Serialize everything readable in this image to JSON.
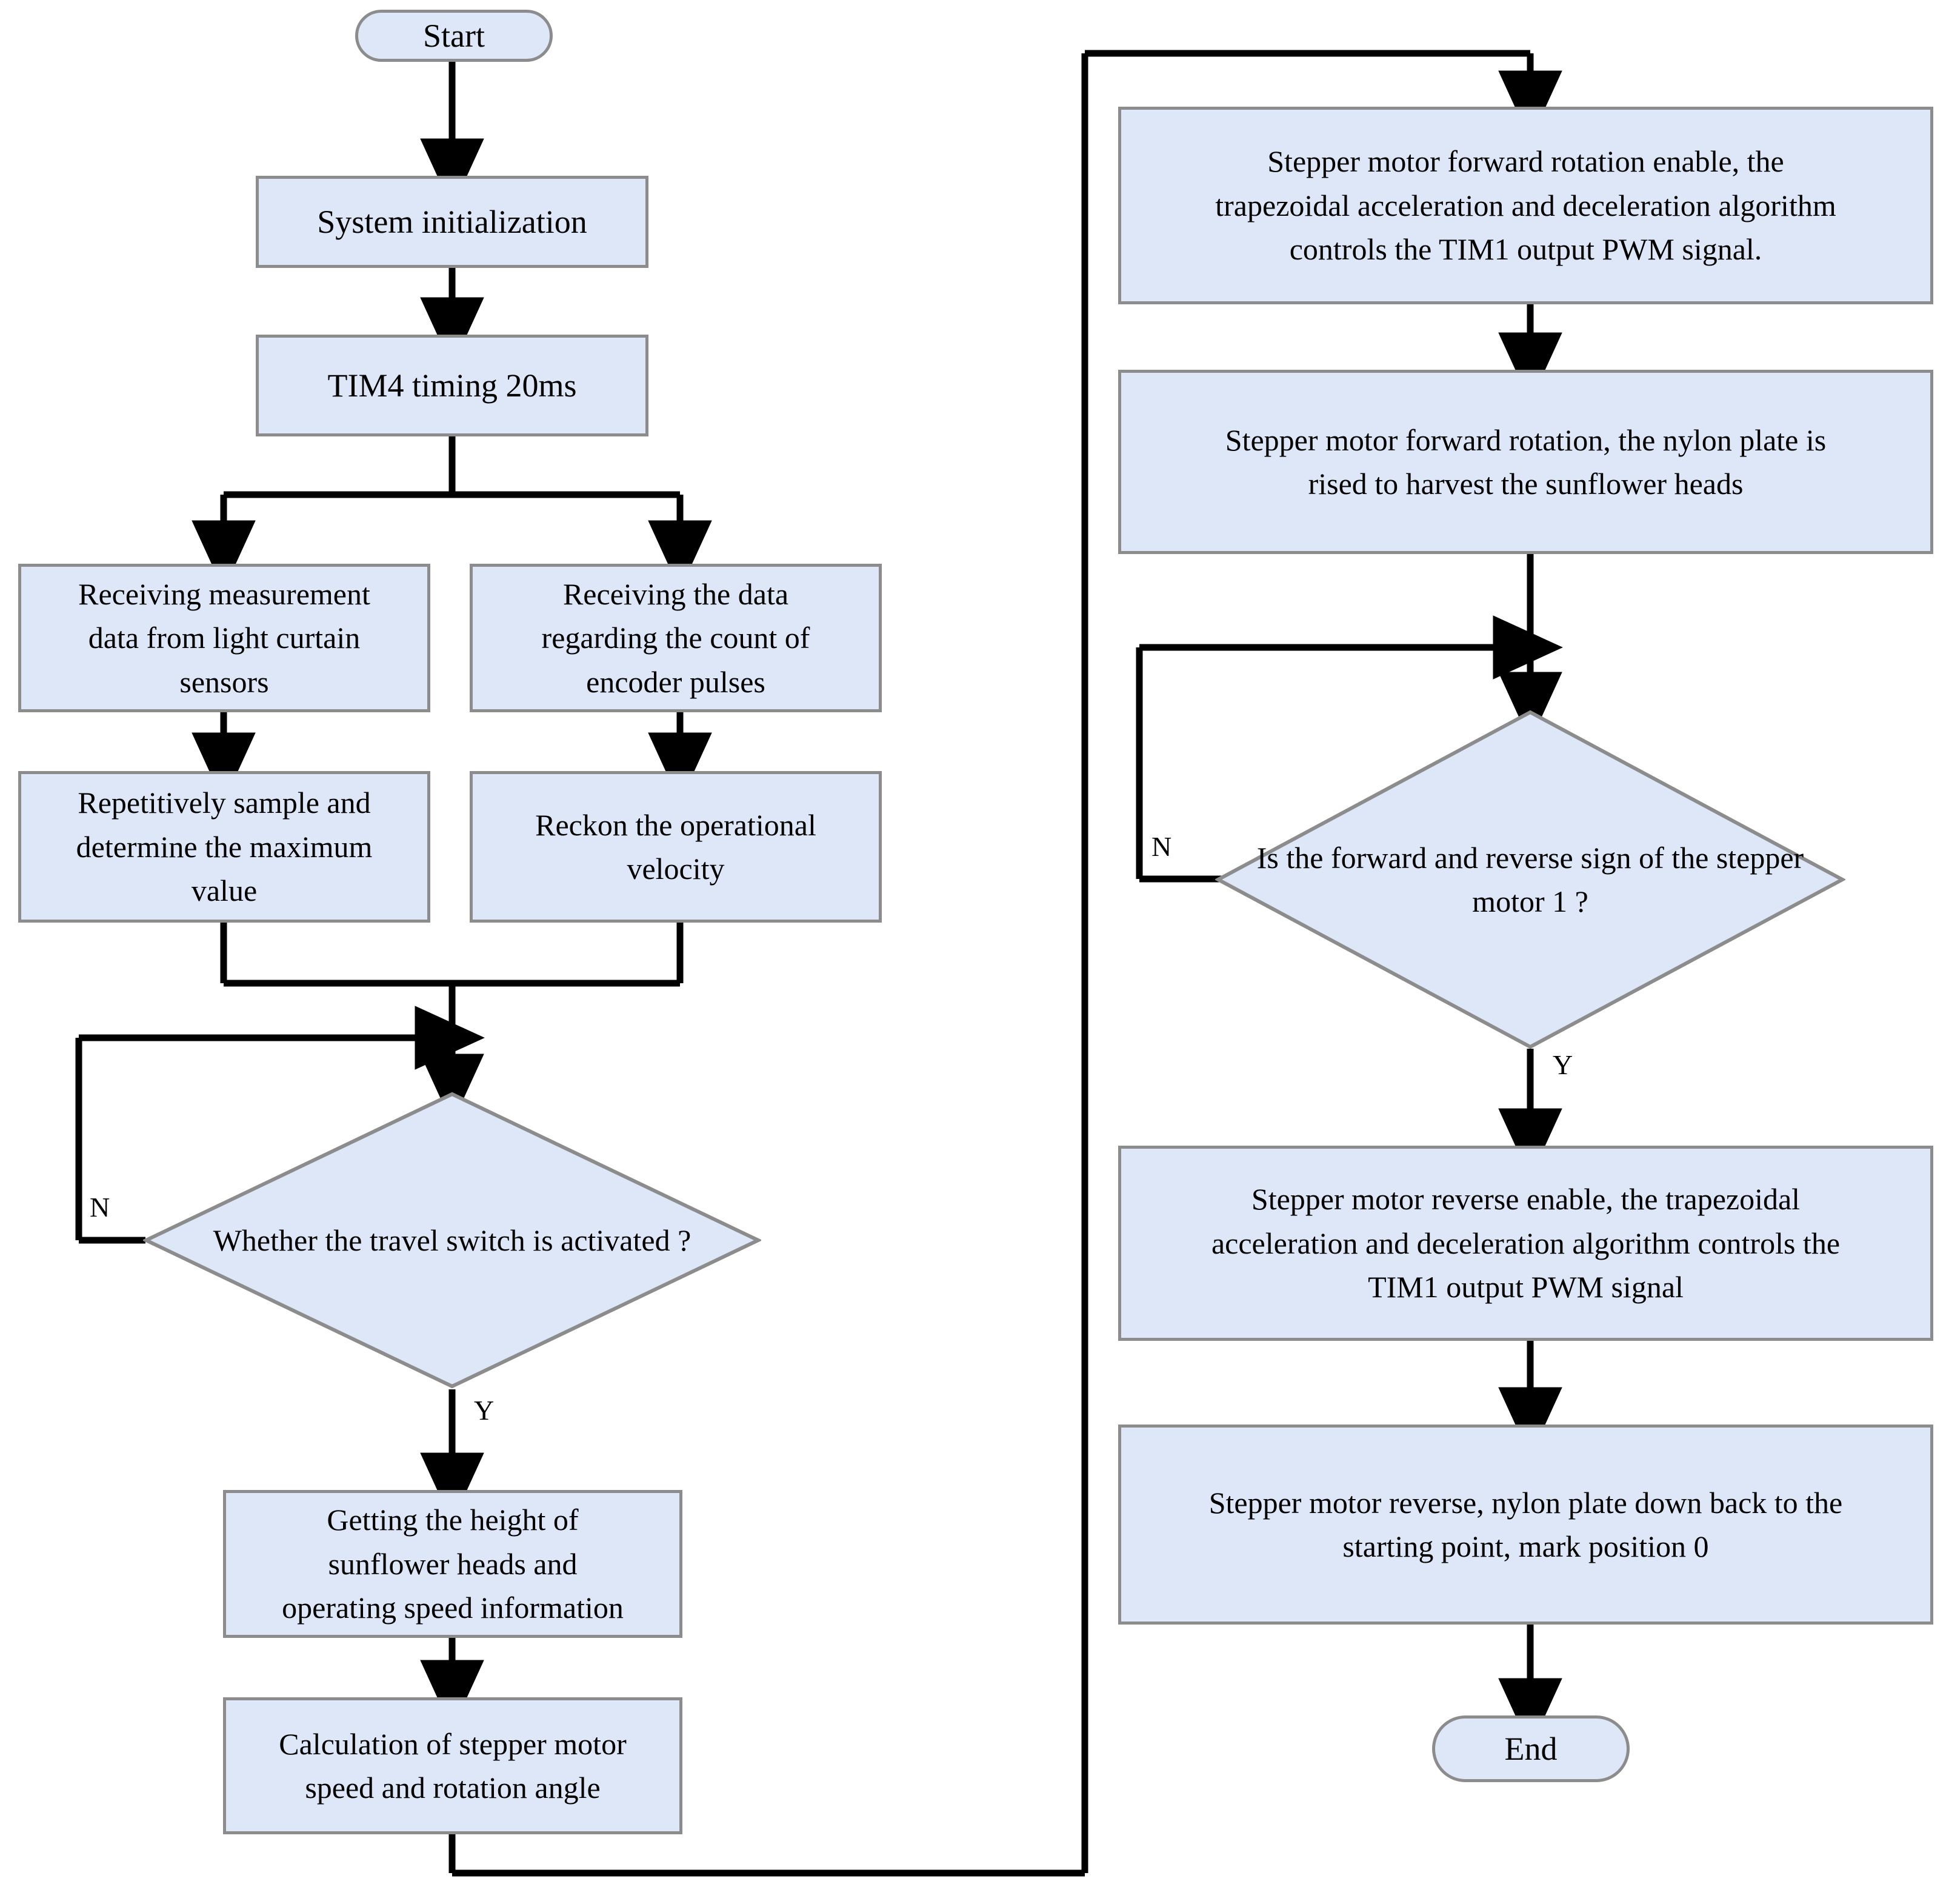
{
  "diagram": {
    "title": "Sunflower head harvesting stepper-motor control flowchart",
    "colors": {
      "node_fill": "#dde7f8",
      "node_border": "#8c8c8c",
      "edge": "#000000",
      "background": "#ffffff"
    },
    "left_column": {
      "start": "Start",
      "system_init": "System initialization",
      "tim4": "TIM4 timing 20ms",
      "light_curtain": "Receiving measurement\ndata from light curtain\nsensors",
      "encoder": "Receiving the data\nregarding the count of\nencoder pulses",
      "sample_max": "Repetitively sample and\ndetermine the maximum\nvalue",
      "reckon_velocity": "Reckon the operational\nvelocity",
      "travel_switch_decision": "Whether the travel switch\nis activated ?",
      "travel_switch_no": "N",
      "travel_switch_yes": "Y",
      "get_height": "Getting the height of\nsunflower heads and\noperating speed information",
      "calc_speed": "Calculation of stepper motor\nspeed and rotation angle"
    },
    "right_column": {
      "forward_enable": "Stepper motor forward rotation enable, the\ntrapezoidal acceleration and deceleration algorithm\ncontrols the TIM1 output PWM signal.",
      "forward_rotation": "Stepper motor forward rotation, the nylon plate is\nrised to harvest the sunflower heads",
      "sign_decision": "Is the forward and reverse sign\nof the stepper motor 1 ?",
      "sign_no": "N",
      "sign_yes": "Y",
      "reverse_enable": "Stepper motor reverse enable, the trapezoidal\nacceleration and deceleration algorithm controls the\nTIM1 output PWM signal",
      "reverse_down": "Stepper motor reverse, nylon plate down back to the\nstarting point, mark position 0",
      "end": "End"
    }
  }
}
